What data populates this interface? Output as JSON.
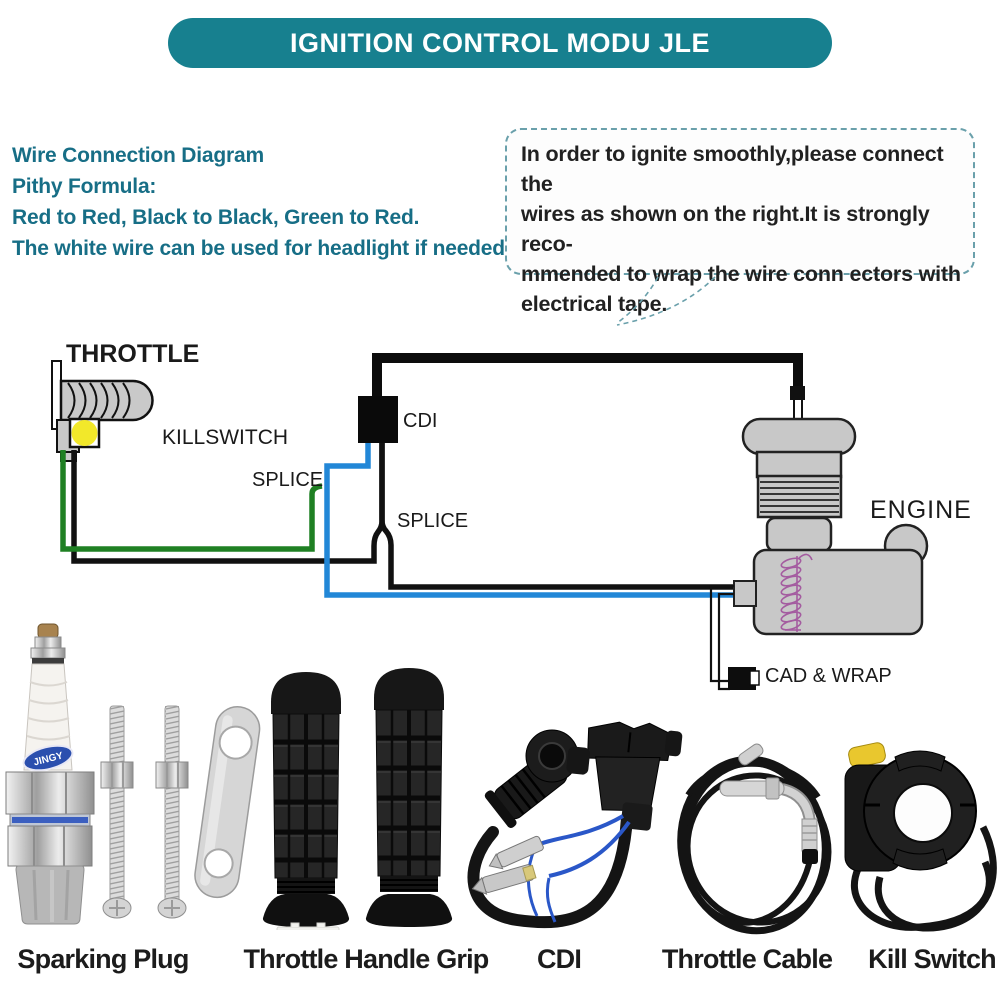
{
  "banner": {
    "title": "IGNITION CONTROL MODU JLE",
    "bg_color": "#17808f",
    "text_color": "#ffffff"
  },
  "intro": {
    "color": "#176e86",
    "lines": [
      "Wire Connection Diagram",
      "Pithy Formula:",
      "Red to Red, Black to Black, Green to Red.",
      "The white wire can be used for headlight if needed."
    ]
  },
  "note": {
    "lines": [
      "In order to ignite smoothly,please connect the",
      "wires as shown on the right.It is strongly reco-",
      "mmended to wrap the wire conn ectors with",
      "electrical tape."
    ]
  },
  "diagram": {
    "throttle_label": "THROTTLE",
    "killswitch_label": "KILLSWITCH",
    "splice_label_1": "SPLICE",
    "splice_label_2": "SPLICE",
    "cdi_label": "CDI",
    "engine_label": "ENGINE",
    "cad_wrap_label": "CAD & WRAP",
    "wire_colors": {
      "black": "#111111",
      "green": "#1f8023",
      "blue": "#2287d7"
    },
    "killswitch_button_color": "#f2e82a"
  },
  "spark_plug": {
    "brand": "JINGY"
  },
  "product_labels": [
    "Sparking Plug",
    "Throttle Handle Grip",
    "CDI",
    "Throttle Cable",
    "Kill Switch"
  ]
}
